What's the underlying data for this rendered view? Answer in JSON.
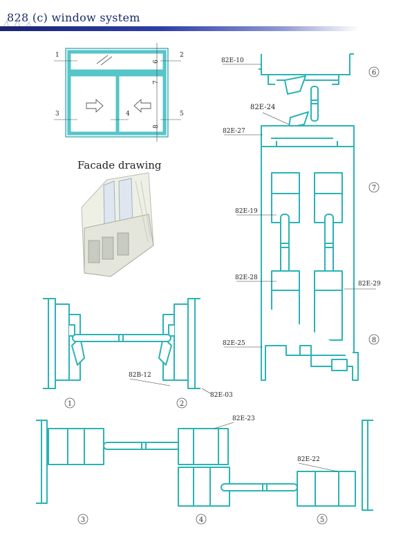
{
  "header": {
    "title": "828 (c) window system"
  },
  "facade": {
    "title": "Facade drawing"
  },
  "elevation": {
    "callouts": [
      "1",
      "2",
      "3",
      "4",
      "5",
      "6",
      "7",
      "8"
    ]
  },
  "sections": {
    "circled": [
      "1",
      "2",
      "3",
      "4",
      "5",
      "6",
      "7",
      "8"
    ]
  },
  "profiles": {
    "p_82e10": "82E-10",
    "p_82e24": "82E-24",
    "p_82e27": "82E-27",
    "p_82e19": "82E-19",
    "p_82e28": "82E-28",
    "p_82e29": "82E-29",
    "p_82e25": "82E-25",
    "p_82b12": "82B-12",
    "p_82e03": "82E-03",
    "p_82e23": "82E-23",
    "p_82e22": "82E-22"
  },
  "colors": {
    "profile_stroke": "#2ab3b5",
    "profile_fill": "#ffffff",
    "frame_teal": "#66cfd3",
    "header_navy": "#1a2470"
  }
}
